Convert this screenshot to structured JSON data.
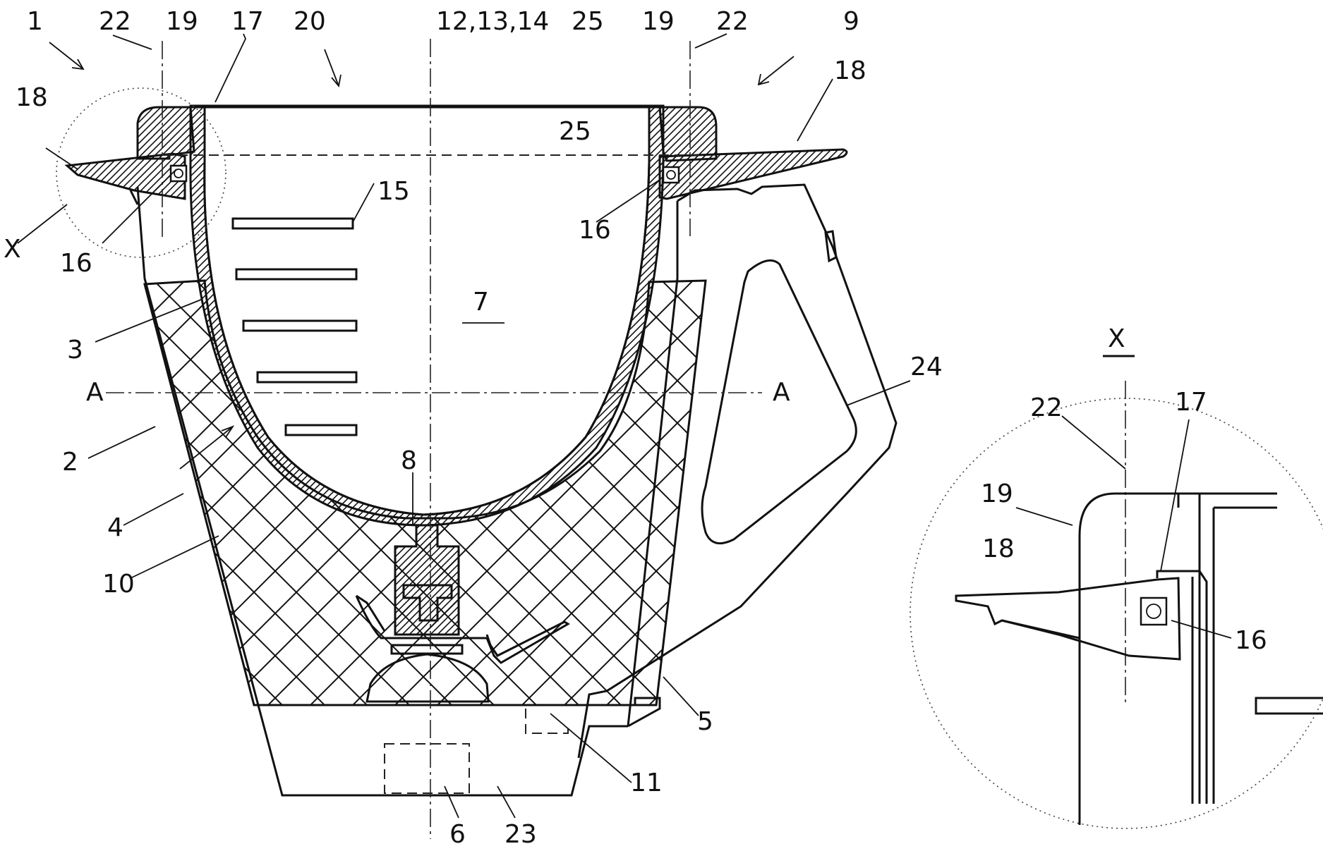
{
  "labels": {
    "l1": "1",
    "l22a": "22",
    "l19a": "19",
    "l17a": "17",
    "l20": "20",
    "l121314": "12,13,14",
    "l25": "25",
    "l19b": "19",
    "l22b": "22",
    "l9": "9",
    "l18a": "18",
    "l18b": "18",
    "l15": "15",
    "l16a": "16",
    "l16b": "16",
    "lXa": "X",
    "l7": "7",
    "l3": "3",
    "lAa": "A",
    "lAb": "A",
    "l24": "24",
    "l2": "2",
    "l4": "4",
    "l8": "8",
    "l10": "10",
    "l5": "5",
    "l11": "11",
    "l6": "6",
    "l23": "23"
  },
  "detail": {
    "title": "X",
    "l22": "22",
    "l17": "17",
    "l19": "19",
    "l18": "18",
    "l16": "16"
  }
}
